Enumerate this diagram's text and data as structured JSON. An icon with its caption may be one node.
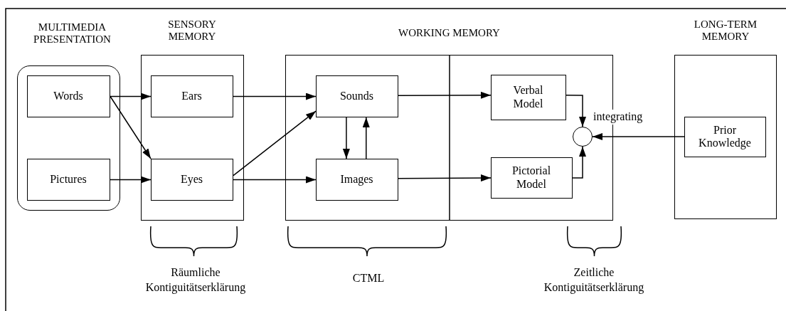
{
  "diagram": {
    "nodes": [
      {
        "text": [
          "MULTIMEDIA PRESENTATION"
        ]
      },
      {
        "text": [
          "Words"
        ],
        "in": 0
      },
      {
        "text": [
          "Pictures"
        ],
        "in": 0
      },
      {
        "text": [
          "SENSORY MEMORY"
        ]
      },
      {
        "text": [
          "Ears"
        ],
        "in": 3
      },
      {
        "text": [
          "Eyes"
        ],
        "in": 3
      },
      {
        "text": [
          "WORKING MEMORY"
        ]
      },
      {
        "text": [
          "Sounds"
        ],
        "in": 6
      },
      {
        "text": [
          "Images"
        ],
        "in": 6
      },
      {
        "text": [
          "Verbal Model"
        ],
        "in": 6
      },
      {
        "text": [
          "Pictorial Model"
        ],
        "in": 6
      },
      {
        "text": [],
        "shape": "circle",
        "in": 6,
        "beside": [
          "integrating"
        ]
      },
      {
        "text": [
          "LONG-TERM MEMORY"
        ]
      },
      {
        "text": [
          "Prior Knowledge"
        ],
        "in": 12
      }
    ],
    "edges": [
      {
        "from": 1,
        "to": 4,
        "arrow": "to"
      },
      {
        "from": 1,
        "to": 5,
        "arrow": "to"
      },
      {
        "from": 2,
        "to": 5,
        "arrow": "to"
      },
      {
        "from": 4,
        "to": 7,
        "arrow": "to"
      },
      {
        "from": 5,
        "to": 7,
        "arrow": "to"
      },
      {
        "from": 5,
        "to": 8,
        "arrow": "to"
      },
      {
        "from": 7,
        "to": 8,
        "arrow": "to"
      },
      {
        "from": 8,
        "to": 7,
        "arrow": "to"
      },
      {
        "from": 7,
        "to": 9,
        "arrow": "to"
      },
      {
        "from": 8,
        "to": 10,
        "arrow": "to"
      },
      {
        "from": 9,
        "to": 11,
        "arrow": "to"
      },
      {
        "from": 10,
        "to": 11,
        "arrow": "to"
      },
      {
        "from": 13,
        "to": 11,
        "arrow": "to"
      }
    ],
    "labels": [
      "Räumliche Kontiguitätserklärung",
      "CTML",
      "Zeitliche Kontiguitätserklärung"
    ]
  }
}
